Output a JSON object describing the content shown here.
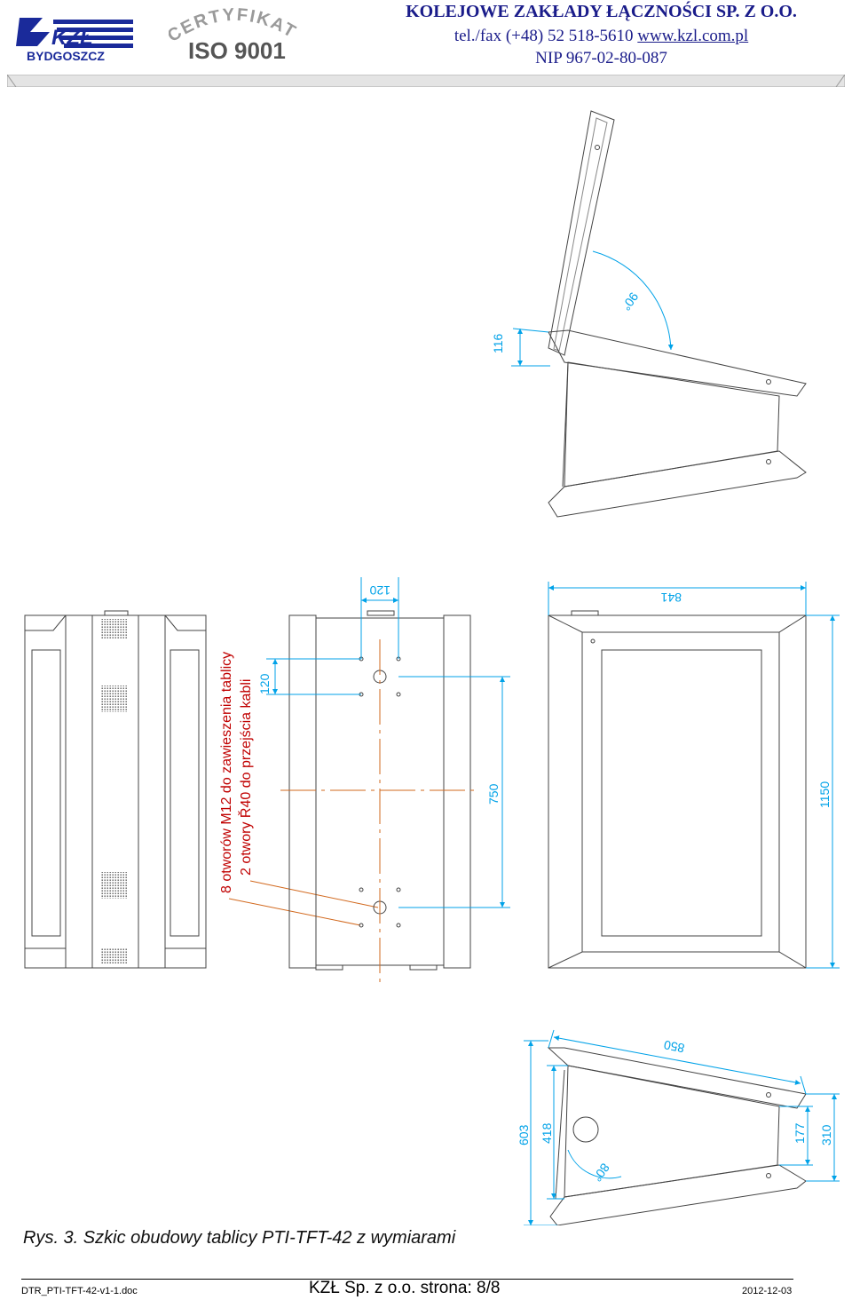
{
  "header": {
    "logo_text": "KZŁ",
    "logo_city": "BYDGOSZCZ",
    "cert_line1": "CERTYFIKAT",
    "cert_line2": "ISO 9001",
    "company_name": "KOLEJOWE ZAKŁADY ŁĄCZNOŚCI SP. Z O.O.",
    "tel_prefix": "tel./fax (+48) 52 518-5610 ",
    "website": "www.kzl.com.pl",
    "nip": "NIP 967-02-80-087"
  },
  "drawing": {
    "note_line1": "8 otworów M12 do zawieszenia tablicy",
    "note_line2": "2 otwory Ř40 do przejścia kabli",
    "dim_top_120": "120",
    "dim_side_120": "120",
    "dim_750": "750",
    "dim_841": "841",
    "dim_1150": "1150",
    "dim_850": "850",
    "dim_116": "116",
    "angle_90": "90°",
    "angle_80": "80°",
    "dim_603": "603",
    "dim_418": "418",
    "dim_177": "177",
    "dim_310": "310"
  },
  "colors": {
    "dimension": "#00a2e8",
    "centerline": "#d2691e",
    "company_text": "#1a1c8a"
  },
  "caption": "Rys. 3. Szkic obudowy tablicy PTI-TFT-42 z wymiarami",
  "footer": {
    "file": "DTR_PTI-TFT-42-v1-1.doc",
    "company_page": "KZŁ Sp. z o.o. strona: 8/8",
    "date": "2012-12-03"
  }
}
